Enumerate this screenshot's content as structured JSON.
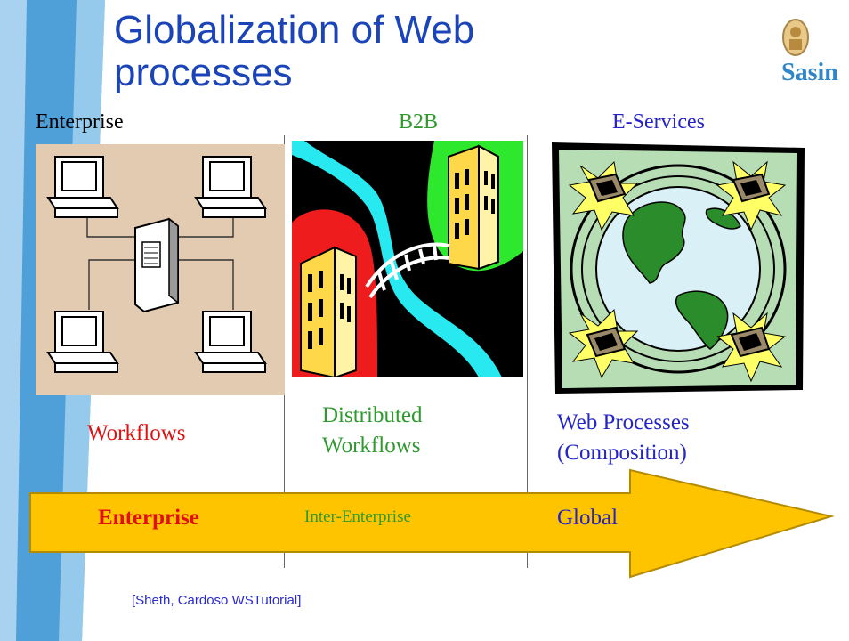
{
  "slide": {
    "title_line1": "Globalization of Web",
    "title_line2": "processes",
    "logo_text": "Sasin",
    "columns": [
      {
        "header": "Enterprise",
        "label_lines": [
          "Workflows"
        ],
        "arrow_label": "Enterprise"
      },
      {
        "header": "B2B",
        "label_lines": [
          "Distributed",
          "Workflows"
        ],
        "arrow_label": "Inter-Enterprise"
      },
      {
        "header": "E-Services",
        "label_lines": [
          "Web Processes",
          "(Composition)"
        ],
        "arrow_label": "Global"
      }
    ],
    "citation": "[Sheth, Cardoso WSTutorial]"
  },
  "colors": {
    "title": "#1a44b8",
    "enterprise_bg": "#e3cbb2",
    "workflows_red": "#e01010",
    "distributed_green": "#2e9a2e",
    "eservices_blue": "#2424c8",
    "arrow_fill": "#ffc400",
    "arrow_stroke": "#b38a00",
    "left_band": "#4f9fd8",
    "left_band_light": "#a8d4f2"
  }
}
